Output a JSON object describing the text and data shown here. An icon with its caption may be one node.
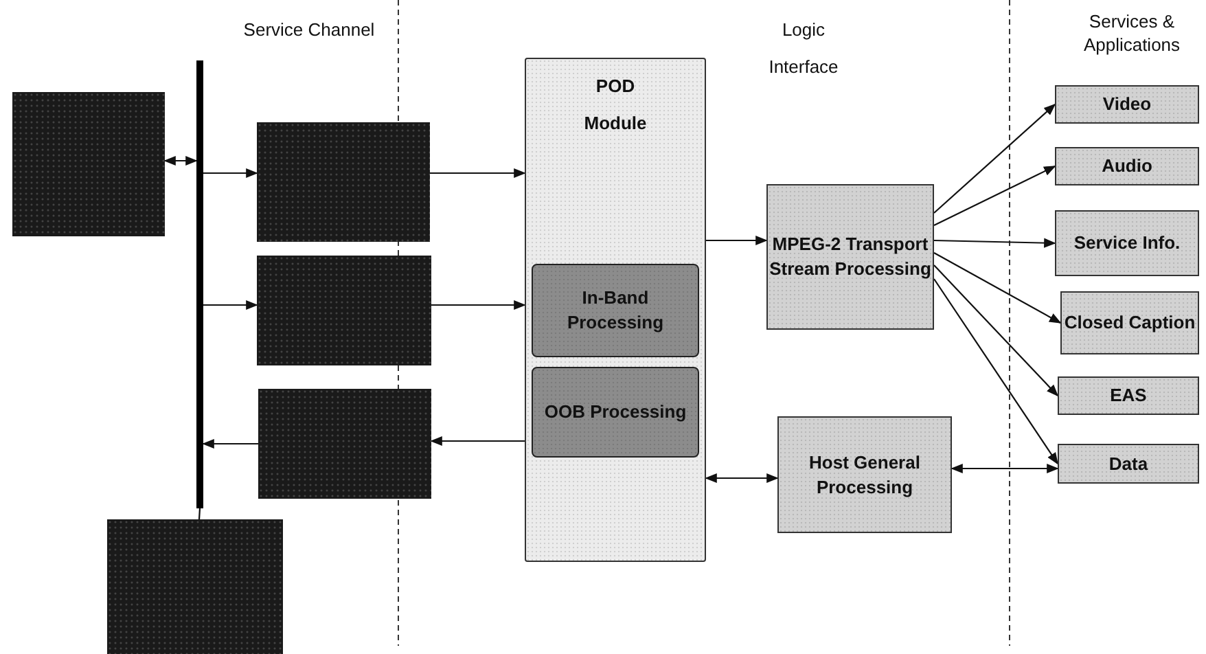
{
  "diagram": {
    "nodes": [
      {
        "text": [],
        "shape": "box"
      },
      {
        "text": [],
        "shape": "bar"
      },
      {
        "text": [],
        "shape": "box"
      },
      {
        "text": [],
        "shape": "box"
      },
      {
        "text": [],
        "shape": "box"
      },
      {
        "text": [],
        "shape": "box"
      },
      {
        "text": [
          "POD Module"
        ]
      },
      {
        "text": [
          "In-Band Processing"
        ],
        "in": 6
      },
      {
        "text": [
          "OOB Processing"
        ],
        "in": 6
      },
      {
        "text": [
          "MPEG-2 Transport Stream Processing"
        ]
      },
      {
        "text": [
          "Host General Processing"
        ]
      },
      {
        "text": [
          "Video"
        ]
      },
      {
        "text": [
          "Audio"
        ]
      },
      {
        "text": [
          "Service Info."
        ]
      },
      {
        "text": [
          "Closed Caption"
        ]
      },
      {
        "text": [
          "EAS"
        ]
      },
      {
        "text": [
          "Data"
        ]
      }
    ],
    "edges": [
      {
        "from": 0,
        "to": 1,
        "arrow": "both"
      },
      {
        "from": 1,
        "to": 2,
        "arrow": "to"
      },
      {
        "from": 1,
        "to": 3,
        "arrow": "to"
      },
      {
        "from": 4,
        "to": 1,
        "arrow": "to"
      },
      {
        "from": 1,
        "to": 5,
        "arrow": "none"
      },
      {
        "from": 2,
        "to": 6,
        "arrow": "to"
      },
      {
        "from": 3,
        "to": 6,
        "arrow": "to"
      },
      {
        "from": 6,
        "to": 4,
        "arrow": "to"
      },
      {
        "from": 6,
        "to": 9,
        "arrow": "to"
      },
      {
        "from": 6,
        "to": 10,
        "arrow": "both"
      },
      {
        "from": 9,
        "to": 11,
        "arrow": "to"
      },
      {
        "from": 9,
        "to": 12,
        "arrow": "to"
      },
      {
        "from": 9,
        "to": 13,
        "arrow": "to"
      },
      {
        "from": 9,
        "to": 14,
        "arrow": "to"
      },
      {
        "from": 9,
        "to": 15,
        "arrow": "to"
      },
      {
        "from": 9,
        "to": 16,
        "arrow": "to"
      },
      {
        "from": 10,
        "to": 16,
        "arrow": "both"
      }
    ],
    "labels": [
      "Service Channel",
      "Logic Interface",
      "Services & Applications"
    ]
  }
}
